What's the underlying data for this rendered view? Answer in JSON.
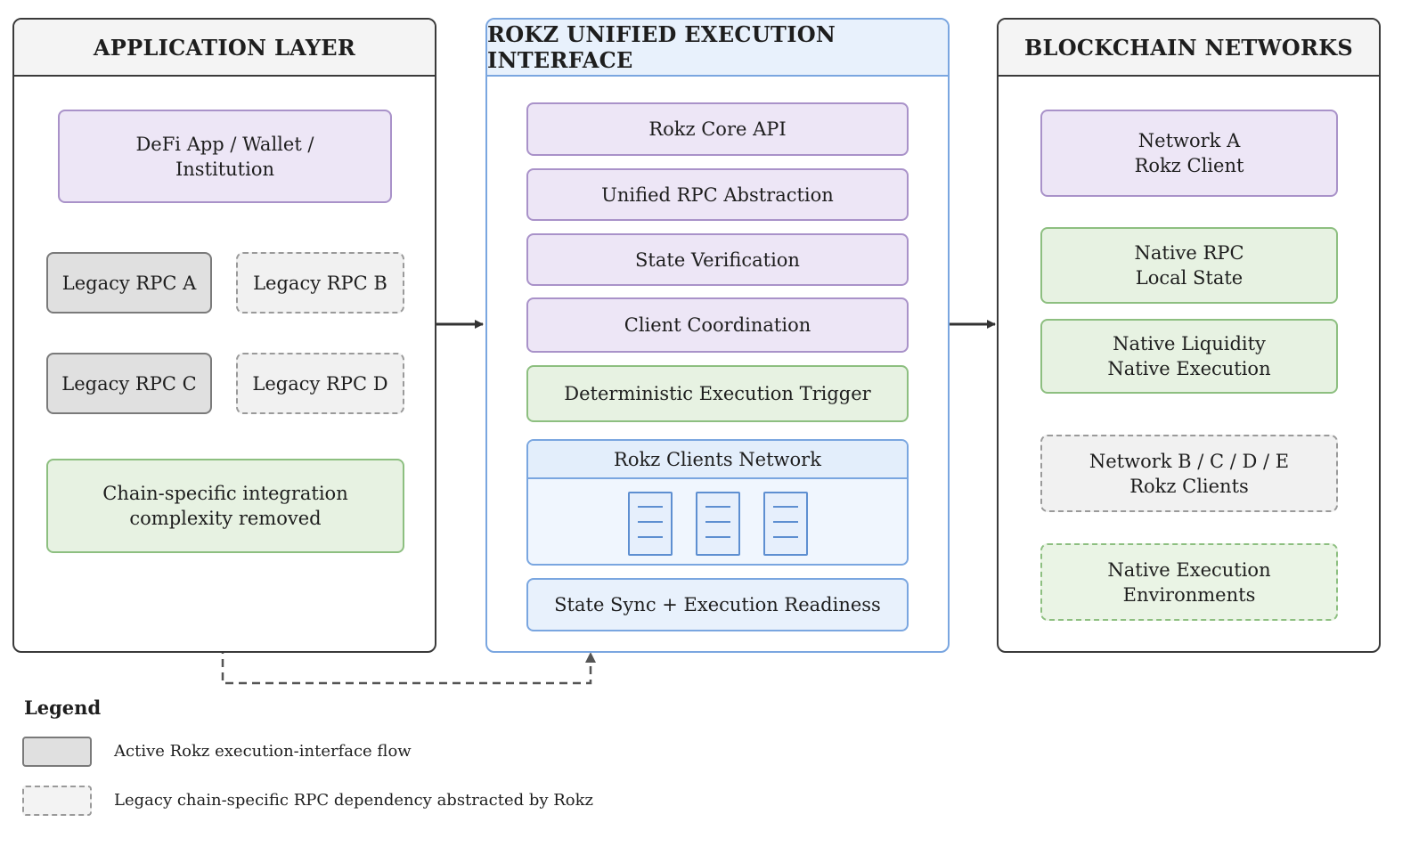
{
  "application_layer": {
    "title": "APPLICATION LAYER",
    "app_box": "DeFi App / Wallet /\nInstitution",
    "legacy_rpcs": [
      "Legacy RPC A",
      "Legacy RPC B",
      "Legacy RPC C",
      "Legacy RPC D"
    ],
    "note": "Chain-specific integration\ncomplexity removed"
  },
  "rokz_interface": {
    "title": "ROKZ UNIFIED EXECUTION INTERFACE",
    "layers": [
      "Rokz Core API",
      "Unified RPC Abstraction",
      "State Verification",
      "Client Coordination",
      "Deterministic Execution Trigger"
    ],
    "clients_network": "Rokz Clients Network",
    "state_sync": "State Sync + Execution Readiness"
  },
  "blockchain_networks": {
    "title": "BLOCKCHAIN NETWORKS",
    "boxes": [
      "Network A\nRokz Client",
      "Native RPC\nLocal State",
      "Native Liquidity\nNative Execution",
      "Network B / C / D / E\nRokz Clients",
      "Native Execution\nEnvironments"
    ]
  },
  "legend": {
    "title": "Legend",
    "items": [
      "Active Rokz execution-interface flow",
      "Legacy chain-specific RPC dependency abstracted by Rokz"
    ]
  },
  "colors": {
    "purple_fill": "#ede6f6",
    "green_fill": "#e7f2e2",
    "blue_accent": "#7aa6e0",
    "gray_fill": "#e0e0e0"
  }
}
